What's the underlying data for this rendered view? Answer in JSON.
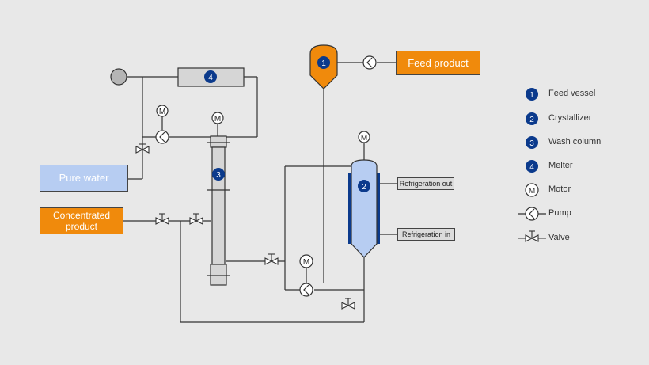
{
  "colors": {
    "background": "#e8e8e8",
    "accent_orange": "#f08a0c",
    "light_blue": "#b7cdf2",
    "badge_blue": "#0b3a8c",
    "equipment_grey": "#d6d6d6",
    "line": "#333333"
  },
  "boxes": {
    "feed_product": "Feed product",
    "pure_water": "Pure water",
    "concentrated_product": "Concentrated product",
    "refrigeration_out": "Refrigeration out",
    "refrigeration_in": "Refrigeration in"
  },
  "badges": {
    "feed_vessel": "1",
    "crystallizer": "2",
    "wash_column": "3",
    "melter": "4",
    "motor": "M"
  },
  "legend": [
    {
      "symbol": "1",
      "icon": "badge",
      "label": "Feed vessel"
    },
    {
      "symbol": "2",
      "icon": "badge",
      "label": "Crystallizer"
    },
    {
      "symbol": "3",
      "icon": "badge",
      "label": "Wash column"
    },
    {
      "symbol": "4",
      "icon": "badge",
      "label": "Melter"
    },
    {
      "symbol": "M",
      "icon": "motor",
      "label": "Motor"
    },
    {
      "symbol": "",
      "icon": "pump",
      "label": "Pump"
    },
    {
      "symbol": "",
      "icon": "valve",
      "label": "Valve"
    }
  ]
}
